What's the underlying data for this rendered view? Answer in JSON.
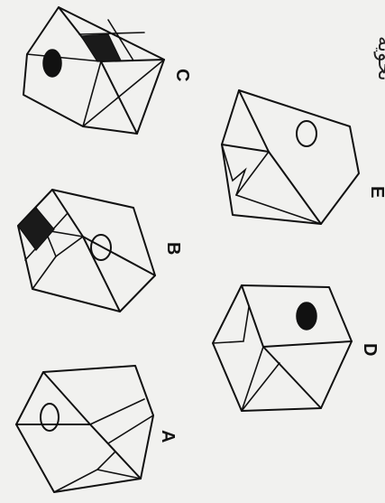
{
  "header_text": "تحويه",
  "options": [
    {
      "id": "A",
      "label": "A"
    },
    {
      "id": "B",
      "label": "B"
    },
    {
      "id": "C",
      "label": "C"
    },
    {
      "id": "D",
      "label": "D"
    },
    {
      "id": "E",
      "label": "E"
    }
  ]
}
